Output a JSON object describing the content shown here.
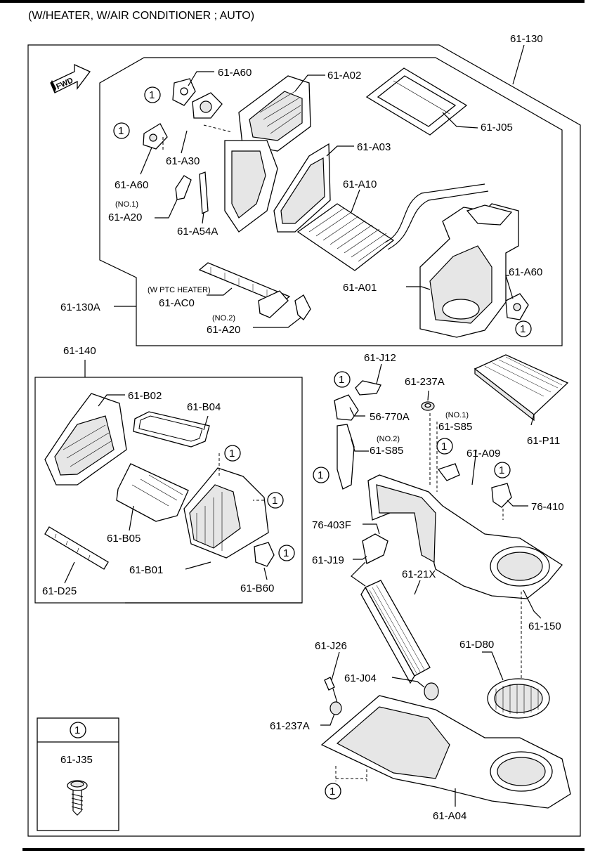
{
  "title": "(W/HEATER, W/AIR CONDITIONER ; AUTO)",
  "fwd_label": "FWD",
  "callout_number": "1",
  "labels": {
    "l_61_130": "61-130",
    "l_61_a60_top": "61-A60",
    "l_61_a02": "61-A02",
    "l_61_j05": "61-J05",
    "l_61_a03": "61-A03",
    "l_61_a30": "61-A30",
    "l_61_a60_left": "61-A60",
    "l_no1_a": "(NO.1)",
    "l_61_a20_a": "61-A20",
    "l_61_a54a": "61-A54A",
    "l_61_a10": "61-A10",
    "l_61_a60_right": "61-A60",
    "l_61_a01": "61-A01",
    "l_ptc": "(W PTC HEATER)",
    "l_61_ac0": "61-AC0",
    "l_no2_a": "(NO.2)",
    "l_61_a20_b": "61-A20",
    "l_61_130a": "61-130A",
    "l_61_140": "61-140",
    "l_61_b02": "61-B02",
    "l_61_b04": "61-B04",
    "l_61_b05": "61-B05",
    "l_61_b01": "61-B01",
    "l_61_b60": "61-B60",
    "l_61_d25": "61-D25",
    "l_61_j12": "61-J12",
    "l_61_237a_top": "61-237A",
    "l_56_770a": "56-770A",
    "l_no1_b": "(NO.1)",
    "l_61_s85_a": "61-S85",
    "l_no2_b": "(NO.2)",
    "l_61_s85_b": "61-S85",
    "l_61_a09": "61-A09",
    "l_61_p11": "61-P11",
    "l_76_410": "76-410",
    "l_76_403f": "76-403F",
    "l_61_j19": "61-J19",
    "l_61_21x": "61-21X",
    "l_61_150": "61-150",
    "l_61_j26": "61-J26",
    "l_61_j04": "61-J04",
    "l_61_d80": "61-D80",
    "l_61_237a_bot": "61-237A",
    "l_61_a04": "61-A04"
  },
  "legend": {
    "number": "1",
    "part": "61-J35"
  }
}
